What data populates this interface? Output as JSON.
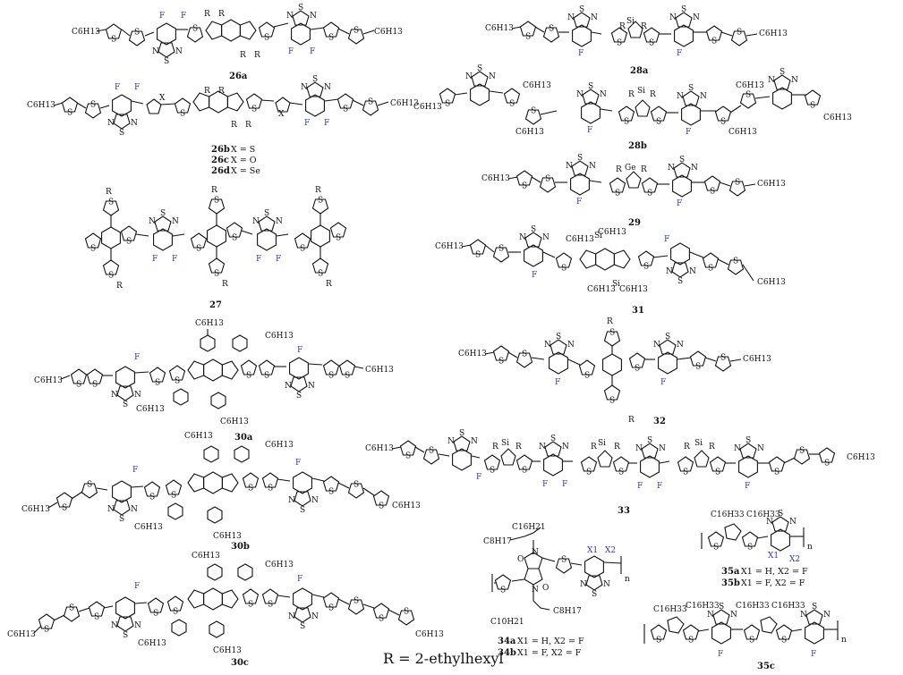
{
  "compounds": [
    {
      "id": "26a",
      "label": "26a"
    },
    {
      "id": "26b",
      "label": "26b",
      "note": "X = S"
    },
    {
      "id": "26c",
      "label": "26c",
      "note": "X = O"
    },
    {
      "id": "26d",
      "label": "26d",
      "note": "X = Se"
    },
    {
      "id": "27",
      "label": "27"
    },
    {
      "id": "28a",
      "label": "28a"
    },
    {
      "id": "28b",
      "label": "28b"
    },
    {
      "id": "29",
      "label": "29"
    },
    {
      "id": "30a",
      "label": "30a"
    },
    {
      "id": "30b",
      "label": "30b"
    },
    {
      "id": "30c",
      "label": "30c"
    },
    {
      "id": "31",
      "label": "31"
    },
    {
      "id": "32",
      "label": "32"
    },
    {
      "id": "33",
      "label": "33"
    },
    {
      "id": "34a",
      "label": "34a",
      "note": "X1 = H, X2 = F"
    },
    {
      "id": "34b",
      "label": "34b",
      "note": "X1 = F, X2 = F"
    },
    {
      "id": "35a",
      "label": "35a",
      "note": "X1 = H, X2 = F"
    },
    {
      "id": "35b",
      "label": "35b",
      "note": "X1 = F, X2 = F"
    },
    {
      "id": "35c",
      "label": "35c"
    }
  ],
  "atoms": {
    "c6h13": "C6H13",
    "r": "R",
    "f": "F",
    "s": "S",
    "n": "N",
    "o": "O",
    "x": "X",
    "si": "Si",
    "ge": "Ge",
    "x1": "X1",
    "x2": "X2",
    "c16h33": "C16H33",
    "c8h17": "C8H17",
    "c10h21": "C10H21",
    "n_sub": "n"
  },
  "footnote": "R = 2-ethylhexyl",
  "colors": {
    "bond": "#111111",
    "fluorine": "#3a3ab0",
    "background": "#ffffff"
  }
}
